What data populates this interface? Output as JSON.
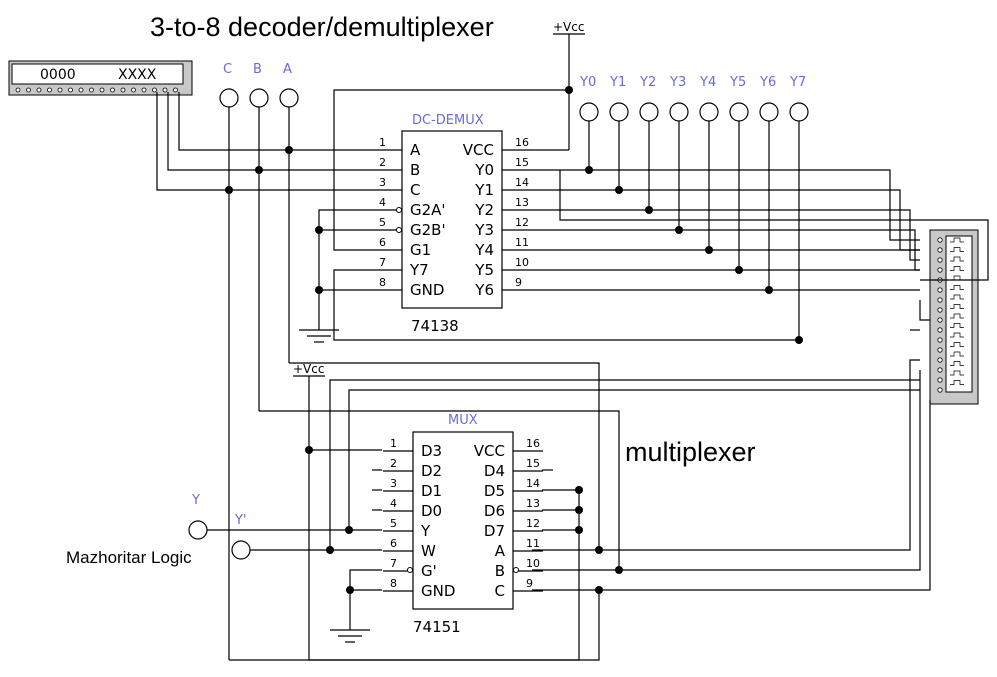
{
  "titles": {
    "decoder": "3-to-8 decoder/demultiplexer",
    "multiplexer": "multiplexer",
    "logic": "Mazhoritar Logic"
  },
  "word_generator": {
    "left": "0000",
    "right": "XXXX"
  },
  "vcc_label": "+Vcc",
  "input_probes": [
    "C",
    "B",
    "A"
  ],
  "output_probes": [
    "Y0",
    "Y1",
    "Y2",
    "Y3",
    "Y4",
    "Y5",
    "Y6",
    "Y7"
  ],
  "demux": {
    "name": "DC-DEMUX",
    "part": "74138",
    "left_pins": [
      {
        "num": "1",
        "label": "A"
      },
      {
        "num": "2",
        "label": "B"
      },
      {
        "num": "3",
        "label": "C"
      },
      {
        "num": "4",
        "label": "G2A'"
      },
      {
        "num": "5",
        "label": "G2B'"
      },
      {
        "num": "6",
        "label": "G1"
      },
      {
        "num": "7",
        "label": "Y7"
      },
      {
        "num": "8",
        "label": "GND"
      }
    ],
    "right_pins": [
      {
        "num": "16",
        "label": "VCC"
      },
      {
        "num": "15",
        "label": "Y0"
      },
      {
        "num": "14",
        "label": "Y1"
      },
      {
        "num": "13",
        "label": "Y2"
      },
      {
        "num": "12",
        "label": "Y3"
      },
      {
        "num": "11",
        "label": "Y4"
      },
      {
        "num": "10",
        "label": "Y5"
      },
      {
        "num": "9",
        "label": "Y6"
      }
    ]
  },
  "mux": {
    "name": "MUX",
    "part": "74151",
    "left_pins": [
      {
        "num": "1",
        "label": "D3"
      },
      {
        "num": "2",
        "label": "D2"
      },
      {
        "num": "3",
        "label": "D1"
      },
      {
        "num": "4",
        "label": "D0"
      },
      {
        "num": "5",
        "label": "Y"
      },
      {
        "num": "6",
        "label": "W"
      },
      {
        "num": "7",
        "label": "G'"
      },
      {
        "num": "8",
        "label": "GND"
      }
    ],
    "right_pins": [
      {
        "num": "16",
        "label": "VCC"
      },
      {
        "num": "15",
        "label": "D4"
      },
      {
        "num": "14",
        "label": "D5"
      },
      {
        "num": "13",
        "label": "D6"
      },
      {
        "num": "12",
        "label": "D7"
      },
      {
        "num": "11",
        "label": "A"
      },
      {
        "num": "10",
        "label": "B"
      },
      {
        "num": "9",
        "label": "C"
      }
    ]
  },
  "mux_outputs": [
    "Y",
    "Y'"
  ]
}
